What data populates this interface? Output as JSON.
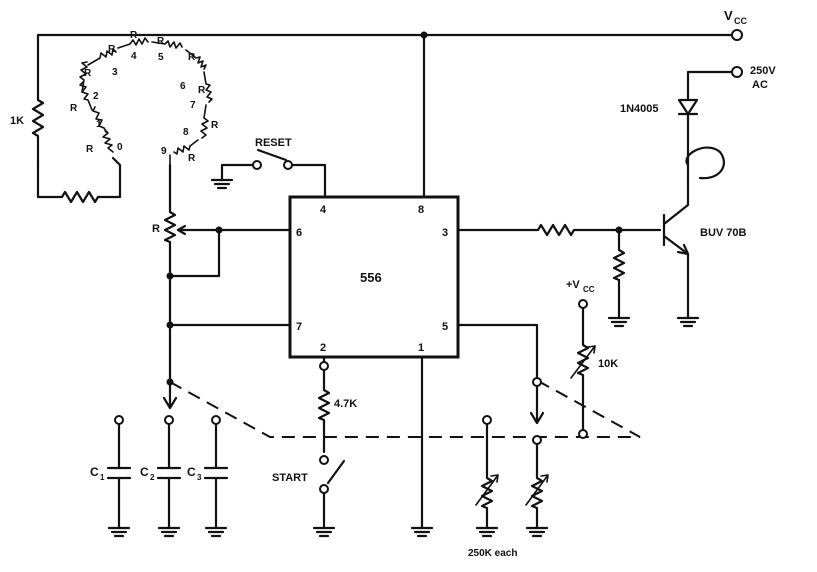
{
  "supply": {
    "vcc_label": "V",
    "vcc_sub": "CC",
    "ac_label_1": "250V",
    "ac_label_2": "AC",
    "vcc_plus_label": "+V",
    "vcc_plus_sub": "CC"
  },
  "chip": {
    "name": "556",
    "pins": {
      "p1": "1",
      "p2": "2",
      "p3": "3",
      "p4": "4",
      "p5": "5",
      "p6": "6",
      "p7": "7",
      "p8": "8"
    }
  },
  "components": {
    "r_1k": "1K",
    "reset_switch": "RESET",
    "start_switch": "START",
    "r_4k7": "4.7K",
    "r_10k": "10K",
    "diode": "1N4005",
    "transistor": "BUV 70B",
    "pot_note": "250K each"
  },
  "ladder": {
    "resistor_label": "R",
    "taps": [
      "0",
      "1",
      "2",
      "3",
      "4",
      "5",
      "6",
      "7",
      "8",
      "9"
    ]
  },
  "capacitors": {
    "c1": "C",
    "c1_sub": "1",
    "c2": "C",
    "c2_sub": "2",
    "c3": "C",
    "c3_sub": "3"
  }
}
